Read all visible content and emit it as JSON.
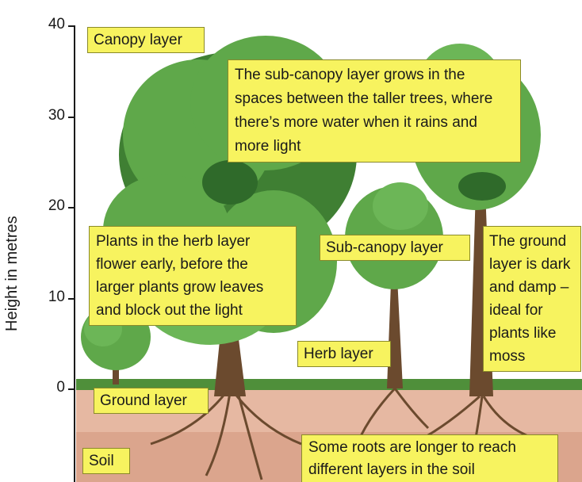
{
  "axis": {
    "label": "Height in metres",
    "ticks": [
      "40",
      "30",
      "20",
      "10",
      "0"
    ]
  },
  "labels": {
    "canopy_layer": "Canopy layer",
    "sub_canopy_note": "The sub-canopy layer grows in the spaces between the taller trees, where there’s more water when it rains and more light",
    "herb_note": "Plants in the herb layer flower early, before the larger plants grow leaves and block out the light",
    "sub_canopy_layer": "Sub-canopy layer",
    "ground_note": "The ground layer is dark and damp – ideal for plants like moss",
    "herb_layer": "Herb layer",
    "ground_layer": "Ground layer",
    "soil": "Soil",
    "roots_note": "Some roots are longer to reach different layers in the soil"
  },
  "colors": {
    "sky": "#ffffff",
    "soil": "#e6b8a2",
    "foliage": "#5fa84a",
    "foliage_dark": "#3f7f33",
    "trunk": "#6b4a2e",
    "label_bg": "#f7f35f"
  }
}
